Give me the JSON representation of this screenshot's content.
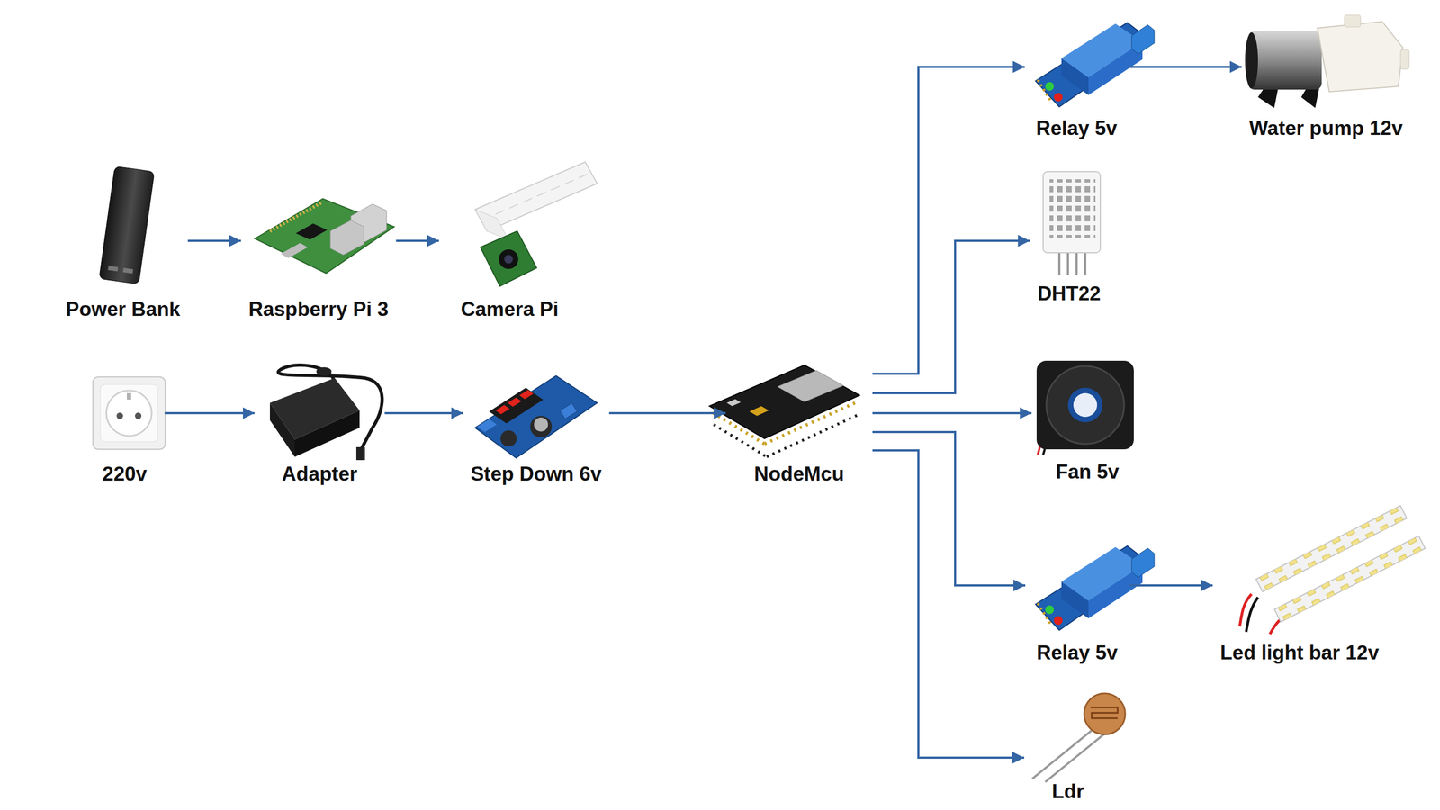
{
  "diagram": {
    "nodes": [
      {
        "text": [
          "Power Bank"
        ]
      },
      {
        "text": [
          "Raspberry Pi 3"
        ]
      },
      {
        "text": [
          "Camera Pi"
        ]
      },
      {
        "text": [
          "220v"
        ]
      },
      {
        "text": [
          "Adapter"
        ]
      },
      {
        "text": [
          "Step Down 6v"
        ]
      },
      {
        "text": [
          "NodeMcu"
        ]
      },
      {
        "text": [
          "Relay 5v"
        ]
      },
      {
        "text": [
          "Water pump 12v"
        ]
      },
      {
        "text": [
          "DHT22"
        ]
      },
      {
        "text": [
          "Fan 5v"
        ]
      },
      {
        "text": [
          "Relay 5v"
        ]
      },
      {
        "text": [
          "Led light bar 12v"
        ]
      },
      {
        "text": [
          "Ldr"
        ]
      }
    ],
    "edges": [
      {
        "from": 0,
        "to": 1,
        "arrow": "to"
      },
      {
        "from": 1,
        "to": 2,
        "arrow": "to"
      },
      {
        "from": 3,
        "to": 4,
        "arrow": "to"
      },
      {
        "from": 4,
        "to": 5,
        "arrow": "to"
      },
      {
        "from": 5,
        "to": 6,
        "arrow": "to"
      },
      {
        "from": 6,
        "to": 7,
        "arrow": "to"
      },
      {
        "from": 7,
        "to": 8,
        "arrow": "to"
      },
      {
        "from": 6,
        "to": 9,
        "arrow": "to"
      },
      {
        "from": 6,
        "to": 10,
        "arrow": "to"
      },
      {
        "from": 6,
        "to": 11,
        "arrow": "to"
      },
      {
        "from": 11,
        "to": 12,
        "arrow": "to"
      },
      {
        "from": 6,
        "to": 13,
        "arrow": "to"
      }
    ]
  }
}
